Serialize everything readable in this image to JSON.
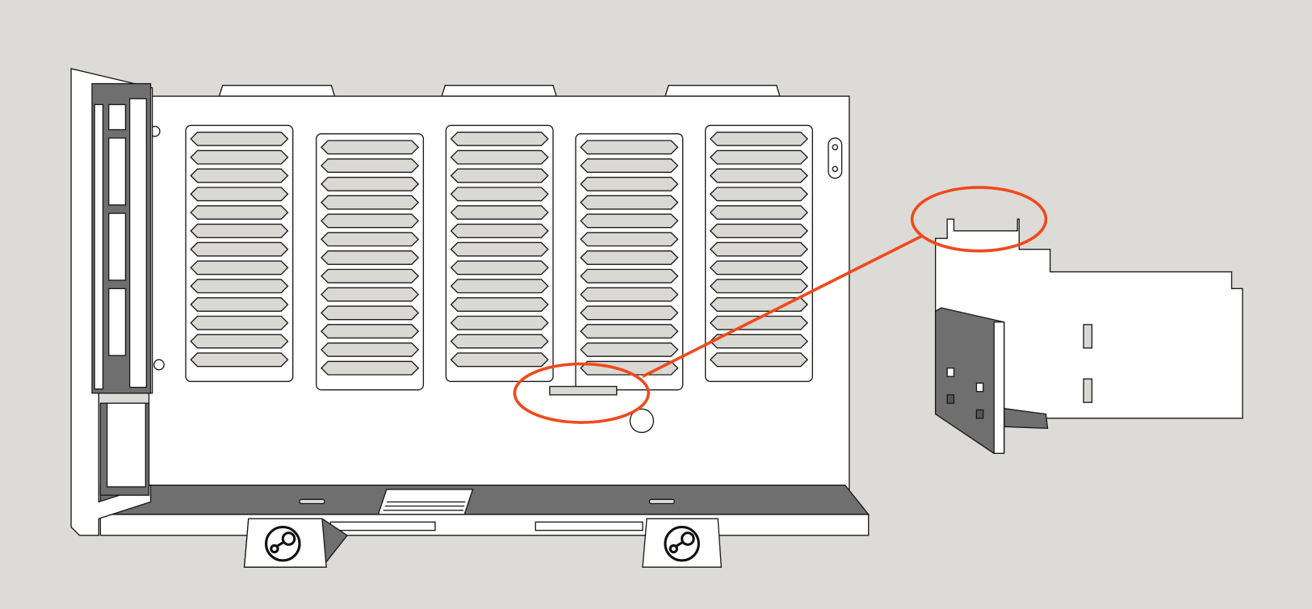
{
  "colors": {
    "background": "#dcdbd7",
    "part_face": "#ffffff",
    "part_edge": "#1a1a1a",
    "part_shadow": "#6f6f6f",
    "vent_fill": "#d9d8d3",
    "annotation": "#f0491c"
  },
  "vent_columns": [
    {
      "slots": 13
    },
    {
      "slots": 13
    },
    {
      "slots": 13
    },
    {
      "slots": 13
    },
    {
      "slots": 13
    }
  ],
  "logo_icon": "steam-logo"
}
